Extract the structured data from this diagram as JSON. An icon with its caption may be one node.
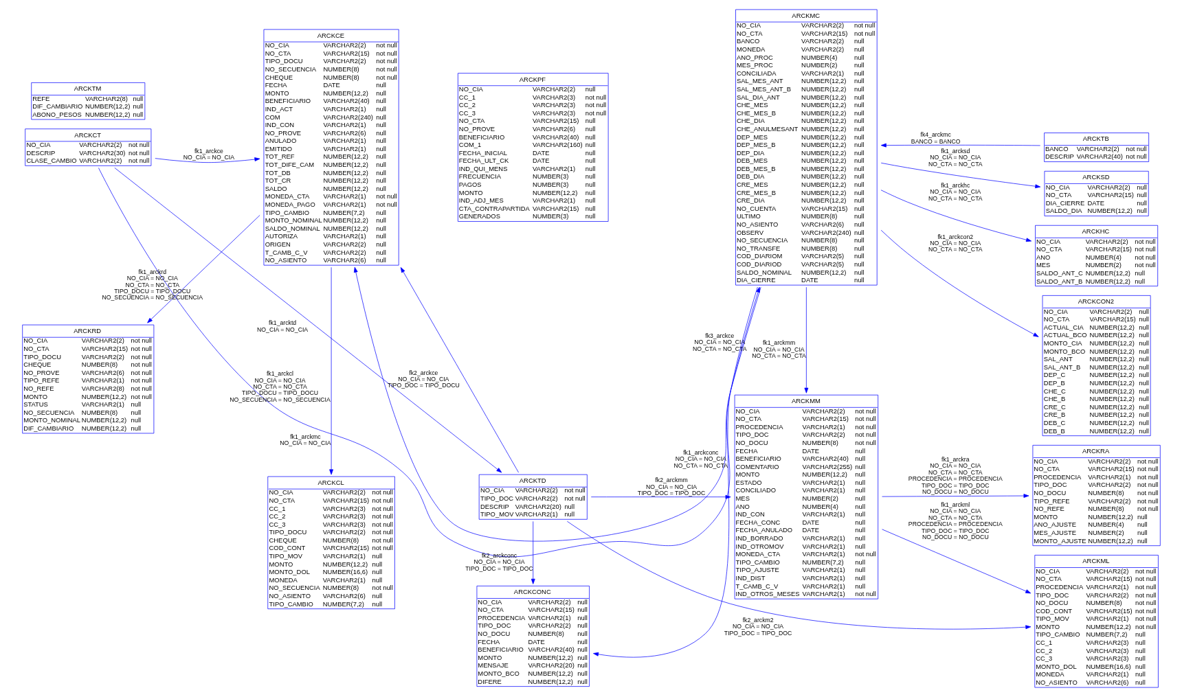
{
  "diagram": {
    "nodes": [
      {
        "text": [
          "ARCKCT",
          "NO_CIA VARCHAR2(2) not null",
          "DESCRIP VARCHAR2(30) not null",
          "CLASE_CAMBIO VARCHAR2(2) not null"
        ]
      },
      {
        "text": [
          "ARCKTB",
          "BANCO VARCHAR2(2) not null",
          "DESCRIP VARCHAR2(40) not null"
        ]
      },
      {
        "text": [
          "ARCKPF",
          "NO_CIA VARCHAR2(2) null",
          "CC_1 VARCHAR2(3) not null",
          "CC_2 VARCHAR2(3) not null",
          "CC_3 VARCHAR2(3) not null",
          "NO_CTA VARCHAR2(15) null",
          "NO_PROVE VARCHAR2(6) null",
          "BENEFICIARIO VARCHAR2(40) null",
          "COM_1 VARCHAR2(160) null",
          "FECHA_INICIAL DATE null",
          "FECHA_ULT_CK DATE null",
          "IND_QUI_MENS VARCHAR2(1) null",
          "FRECUENCIA NUMBER(3) null",
          "PAGOS NUMBER(3) null",
          "MONTO NUMBER(12,2) null",
          "IND_ADJ_MES VARCHAR2(1) null",
          "CTA_CONTRAPARTIDA VARCHAR2(15) null",
          "GENERADOS NUMBER(3) null"
        ]
      },
      {
        "text": [
          "ARCKMC",
          "NO_CIA VARCHAR2(2) not null",
          "NO_CTA VARCHAR2(15) not null",
          "BANCO VARCHAR2(2) null",
          "MONEDA VARCHAR2(2) null",
          "ANO_PROC NUMBER(4) null",
          "MES_PROC NUMBER(2) null",
          "CONCILIADA VARCHAR2(1) null",
          "SAL_MES_ANT NUMBER(12,2) null",
          "SAL_MES_ANT_B NUMBER(12,2) null",
          "SAL_DIA_ANT NUMBER(12,2) null",
          "CHE_MES NUMBER(12,2) null",
          "CHE_MES_B NUMBER(12,2) null",
          "CHE_DIA NUMBER(12,2) null",
          "CHE_ANULMESANT NUMBER(12,2) null",
          "DEP_MES NUMBER(12,2) null",
          "DEP_MES_B NUMBER(12,2) null",
          "DEP_DIA NUMBER(12,2) null",
          "DEB_MES NUMBER(12,2) null",
          "DEB_MES_B NUMBER(12,2) null",
          "DEB_DIA NUMBER(12,2) null",
          "CRE_MES NUMBER(12,2) null",
          "CRE_MES_B NUMBER(12,2) null",
          "CRE_DIA NUMBER(12,2) null",
          "NO_CUENTA VARCHAR2(15) null",
          "ULTIMO NUMBER(8) null",
          "NO_ASIENTO VARCHAR2(6) null",
          "OBSERV VARCHAR2(240) null",
          "NO_SECUENCIA NUMBER(8) null",
          "NO_TRANSFE NUMBER(8) null",
          "COD_DIARIOM VARCHAR2(5) null",
          "COD_DIARIOD VARCHAR2(5) null",
          "SALDO_NOMINAL NUMBER(12,2) null",
          "DIA_CIERRE DATE null"
        ]
      },
      {
        "text": [
          "ARCKTM",
          "REFE VARCHAR2(8) null",
          "DIF_CAMBIARIO NUMBER(12,2) null",
          "ABONO_PESOS NUMBER(12,2) null"
        ]
      },
      {
        "text": [
          "ARCKSD",
          "NO_CIA VARCHAR2(2) null",
          "NO_CTA VARCHAR2(15) null",
          "DIA_CIERRE DATE null",
          "SALDO_DIA NUMBER(12,2) null"
        ]
      },
      {
        "text": [
          "ARCKHC",
          "NO_CIA VARCHAR2(2) not null",
          "NO_CTA VARCHAR2(15) not null",
          "ANO NUMBER(4) not null",
          "MES NUMBER(2) not null",
          "SALDO_ANT_C NUMBER(12,2) null",
          "SALDO_ANT_B NUMBER(12,2) null"
        ]
      },
      {
        "text": [
          "ARCKCE",
          "NO_CIA VARCHAR2(2) not null",
          "NO_CTA VARCHAR2(15) not null",
          "TIPO_DOCU VARCHAR2(2) not null",
          "NO_SECUENCIA NUMBER(8) not null",
          "CHEQUE NUMBER(8) not null",
          "FECHA DATE null",
          "MONTO NUMBER(12,2) null",
          "BENEFICIARIO VARCHAR2(40) null",
          "IND_ACT VARCHAR2(1) null",
          "COM VARCHAR2(240) null",
          "IND_CON VARCHAR2(1) null",
          "NO_PROVE VARCHAR2(6) null",
          "ANULADO VARCHAR2(1) null",
          "EMITIDO VARCHAR2(1) null",
          "TOT_REF NUMBER(12,2) null",
          "TOT_DIFE_CAM NUMBER(12,2) null",
          "TOT_DB NUMBER(12,2) null",
          "TOT_CR NUMBER(12,2) null",
          "SALDO NUMBER(12,2) null",
          "MONEDA_CTA VARCHAR2(1) not null",
          "MONEDA_PAGO VARCHAR2(1) not null",
          "TIPO_CAMBIO NUMBER(7,2) null",
          "MONTO_NOMINAL NUMBER(12,2) null",
          "SALDO_NOMINAL NUMBER(12,2) null",
          "AUTORIZA VARCHAR2(1) null",
          "ORIGEN VARCHAR2(2) null",
          "T_CAMB_C_V VARCHAR2(2) null",
          "NO_ASIENTO VARCHAR2(6) null"
        ]
      },
      {
        "text": [
          "ARCKCON2",
          "NO_CIA VARCHAR2(2) null",
          "NO_CTA VARCHAR2(15) null",
          "ACTUAL_CIA NUMBER(12,2) null",
          "ACTUAL_BCO NUMBER(12,2) null",
          "MONTO_CIA NUMBER(12,2) null",
          "MONTO_BCO NUMBER(12,2) null",
          "SAL_ANT NUMBER(12,2) null",
          "SAL_ANT_B NUMBER(12,2) null",
          "DEP_C NUMBER(12,2) null",
          "DEP_B NUMBER(12,2) null",
          "CHE_C NUMBER(12,2) null",
          "CHE_B NUMBER(12,2) null",
          "CRE_C NUMBER(12,2) null",
          "CRE_B NUMBER(12,2) null",
          "DEB_C NUMBER(12,2) null",
          "DEB_B NUMBER(12,2) null"
        ]
      },
      {
        "text": [
          "ARCKCONC",
          "NO_CIA VARCHAR2(2) null",
          "NO_CTA VARCHAR2(15) null",
          "PROCEDENCIA VARCHAR2(1) null",
          "TIPO_DOC VARCHAR2(2) null",
          "NO_DOCU NUMBER(8) null",
          "FECHA DATE null",
          "BENEFICIARIO VARCHAR2(40) null",
          "MONTO NUMBER(12,2) null",
          "MENSAJE VARCHAR2(20) null",
          "MONTO_BCO NUMBER(12,2) null",
          "DIFERE NUMBER(12,2) null"
        ]
      },
      {
        "text": [
          "ARCKRD",
          "NO_CIA VARCHAR2(2) not null",
          "NO_CTA VARCHAR2(15) not null",
          "TIPO_DOCU VARCHAR2(2) not null",
          "CHEQUE NUMBER(8) not null",
          "NO_PROVE VARCHAR2(6) not null",
          "TIPO_REFE VARCHAR2(1) not null",
          "NO_REFE VARCHAR2(8) not null",
          "MONTO NUMBER(12,2) not null",
          "STATUS VARCHAR2(1) null",
          "NO_SECUENCIA NUMBER(8) null",
          "MONTO_NOMINAL NUMBER(12,2) null",
          "DIF_CAMBIARIO NUMBER(12,2) null"
        ]
      },
      {
        "text": [
          "ARCKMM",
          "NO_CIA VARCHAR2(2) not null",
          "NO_CTA VARCHAR2(15) not null",
          "PROCEDENCIA VARCHAR2(1) not null",
          "TIPO_DOC VARCHAR2(2) not null",
          "NO_DOCU NUMBER(8) not null",
          "FECHA DATE null",
          "BENEFICIARIO VARCHAR2(40) null",
          "COMENTARIO VARCHAR2(255) null",
          "MONTO NUMBER(12,2) null",
          "ESTADO VARCHAR2(1) null",
          "CONCILIADO VARCHAR2(1) null",
          "MES NUMBER(2) null",
          "ANO NUMBER(4) null",
          "IND_CON VARCHAR2(1) null",
          "FECHA_CONC DATE null",
          "FECHA_ANULADO DATE null",
          "IND_BORRADO VARCHAR2(1) null",
          "IND_OTROMOV VARCHAR2(1) null",
          "MONEDA_CTA VARCHAR2(1) not null",
          "TIPO_CAMBIO NUMBER(7,2) null",
          "TIPO_AJUSTE VARCHAR2(1) null",
          "IND_DIST VARCHAR2(1) null",
          "T_CAMB_C_V VARCHAR2(1) null",
          "IND_OTROS_MESES VARCHAR2(1) not null"
        ]
      },
      {
        "text": [
          "ARCKRA",
          "NO_CIA VARCHAR2(2) not null",
          "NO_CTA VARCHAR2(15) not null",
          "PROCEDENCIA VARCHAR2(1) not null",
          "TIPO_DOC VARCHAR2(2) not null",
          "NO_DOCU NUMBER(8) not null",
          "TIPO_REFE VARCHAR2(2) not null",
          "NO_REFE NUMBER(8) not null",
          "MONTO NUMBER(12,2) null",
          "ANO_AJUSTE NUMBER(4) null",
          "MES_AJUSTE NUMBER(2) null",
          "MONTO_AJUSTE NUMBER(12,2) null"
        ]
      },
      {
        "text": [
          "ARCKCL",
          "NO_CIA VARCHAR2(2) not null",
          "NO_CTA VARCHAR2(15) not null",
          "CC_1 VARCHAR2(3) not null",
          "CC_2 VARCHAR2(3) not null",
          "CC_3 VARCHAR2(3) not null",
          "TIPO_DOCU VARCHAR2(2) not null",
          "CHEQUE NUMBER(8) not null",
          "COD_CONT VARCHAR2(15) not null",
          "TIPO_MOV VARCHAR2(1) null",
          "MONTO NUMBER(12,2) null",
          "MONTO_DOL NUMBER(16,6) null",
          "MONEDA VARCHAR2(1) null",
          "NO_SECUENCIA NUMBER(8) not null",
          "NO_ASIENTO VARCHAR2(6) null",
          "TIPO_CAMBIO NUMBER(7,2) null"
        ]
      },
      {
        "text": [
          "ARCKML",
          "NO_CIA VARCHAR2(2) not null",
          "NO_CTA VARCHAR2(15) not null",
          "PROCEDENCIA VARCHAR2(1) not null",
          "TIPO_DOC VARCHAR2(2) not null",
          "NO_DOCU NUMBER(8) not null",
          "COD_CONT VARCHAR2(15) not null",
          "TIPO_MOV VARCHAR2(1) not null",
          "MONTO NUMBER(12,2) not null",
          "TIPO_CAMBIO NUMBER(7,2) null",
          "CC_1 VARCHAR2(3) null",
          "CC_2 VARCHAR2(3) null",
          "CC_3 VARCHAR2(3) null",
          "MONTO_DOL NUMBER(16,6) null",
          "MONEDA VARCHAR2(1) null",
          "NO_ASIENTO VARCHAR2(6) null"
        ]
      },
      {
        "text": [
          "ARCKTD",
          "NO_CIA VARCHAR2(2) not null",
          "TIPO_DOC VARCHAR2(2) not null",
          "DESCRIP VARCHAR2(20) null",
          "TIPO_MOV VARCHAR2(1) null"
        ]
      }
    ],
    "edges": [
      {
        "from": 0,
        "to": 3,
        "arrow": "to",
        "label": "fk1_arckmc NO_CIA = NO_CIA"
      },
      {
        "from": 1,
        "to": 3,
        "arrow": "to",
        "label": "fk4_arckmc BANCO = BANCO"
      },
      {
        "from": 3,
        "to": 5,
        "arrow": "to",
        "label": "fk1_arcksd NO_CIA = NO_CIA NO_CTA = NO_CTA"
      },
      {
        "from": 3,
        "to": 6,
        "arrow": "to",
        "label": "fk1_arckhc NO_CIA = NO_CIA NO_CTA = NO_CTA"
      },
      {
        "from": 0,
        "to": 7,
        "arrow": "to",
        "label": "fk1_arckce NO_CIA = NO_CIA"
      },
      {
        "from": 3,
        "to": 7,
        "arrow": "to",
        "label": "fk3_arckce NO_CIA = NO_CIA NO_CTA = NO_CTA"
      },
      {
        "from": 3,
        "to": 8,
        "arrow": "to",
        "label": "fk1_arckcon2 NO_CIA = NO_CIA NO_CTA = NO_CTA"
      },
      {
        "from": 7,
        "to": 10,
        "arrow": "to",
        "label": "fk1_arckrd NO_CIA = NO_CIA NO_CTA = NO_CTA TIPO_DOCU = TIPO_DOCU NO_SECUENCIA = NO_SECUENCIA"
      },
      {
        "from": 3,
        "to": 9,
        "arrow": "to",
        "label": "fk1_arckconc NO_CIA = NO_CIA NO_CTA = NO_CTA"
      },
      {
        "from": 3,
        "to": 11,
        "arrow": "to",
        "label": "fk1_arckmm NO_CIA = NO_CIA NO_CTA = NO_CTA"
      },
      {
        "from": 11,
        "to": 12,
        "arrow": "to",
        "label": "fk1_arckra NO_CIA = NO_CIA NO_CTA = NO_CTA PROCEDENCIA = PROCEDENCIA TIPO_DOC = TIPO_DOC NO_DOCU = NO_DOCU"
      },
      {
        "from": 7,
        "to": 13,
        "arrow": "to",
        "label": "fk1_arckcl NO_CIA = NO_CIA NO_CTA = NO_CTA TIPO_DOCU = TIPO_DOCU NO_SECUENCIA = NO_SECUENCIA"
      },
      {
        "from": 15,
        "to": 11,
        "arrow": "to",
        "label": "fk2_arckmm NO_CIA = NO_CIA TIPO_DOC = TIPO_DOC"
      },
      {
        "from": 11,
        "to": 14,
        "arrow": "to",
        "label": "fk1_arckml NO_CIA = NO_CIA NO_CTA = NO_CTA PROCEDENCIA = PROCEDENCIA TIPO_DOC = TIPO_DOC NO_DOCU = NO_DOCU"
      },
      {
        "from": 15,
        "to": 9,
        "arrow": "to",
        "label": "fk2_arckconc NO_CIA = NO_CIA TIPO_DOC = TIPO_DOC"
      },
      {
        "from": 15,
        "to": 14,
        "arrow": "to",
        "label": "fk2_arckm2 NO_CIA = NO_CIA TIPO_DOC = TIPO_DOC"
      },
      {
        "from": 15,
        "to": 7,
        "arrow": "to",
        "label": "fk2_arckce NO_CIA = NO_CIA TIPO_DOC = TIPO_DOCU"
      },
      {
        "from": 0,
        "to": 15,
        "arrow": "to",
        "label": "fk1_arcktd NO_CIA = NO_CIA"
      }
    ]
  }
}
